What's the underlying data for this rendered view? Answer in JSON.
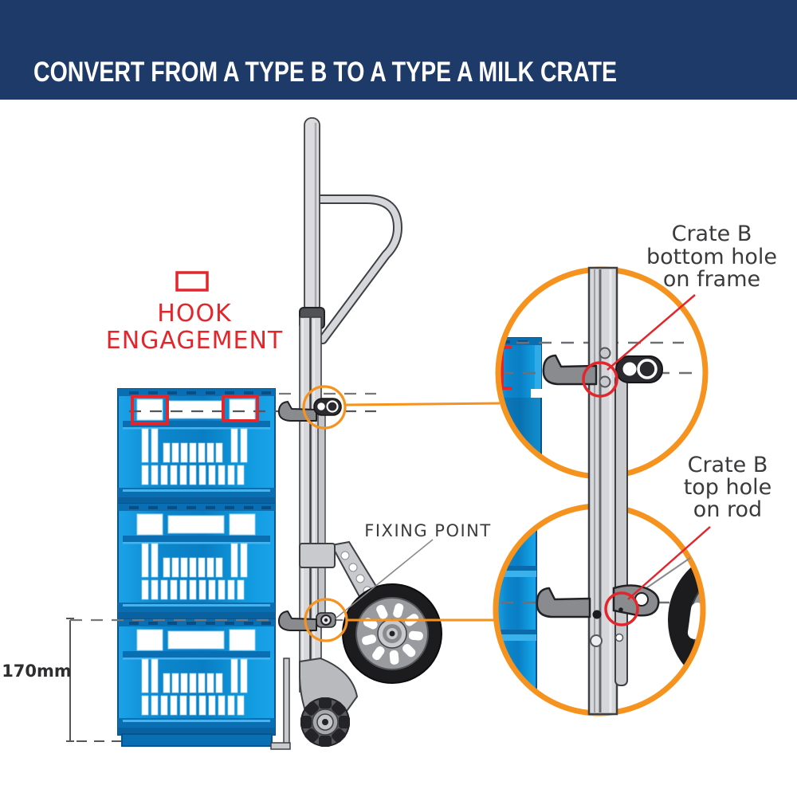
{
  "header": {
    "title": "CONVERT FROM A TYPE B TO A TYPE A MILK CRATE"
  },
  "labels": {
    "hook_engagement_line1": "HOOK",
    "hook_engagement_line2": "ENGAGEMENT",
    "fixing_point": "FIXING POINT",
    "dimension": "170mm",
    "callout_top": {
      "line1": "Crate B",
      "line2": "bottom hole",
      "line3": "on frame"
    },
    "callout_bottom": {
      "line1": "Crate B",
      "line2": "top hole",
      "line3": "on rod"
    }
  },
  "colors": {
    "header_bg": "#1d3a68",
    "header_text": "#ffffff",
    "accent_orange": "#f6921e",
    "highlight_red": "#e2262c",
    "crate_blue": "#0c96dc",
    "label_gray": "#3b3b3d",
    "metal_gray": "#d6d7da",
    "dark_gray": "#3f4044"
  }
}
